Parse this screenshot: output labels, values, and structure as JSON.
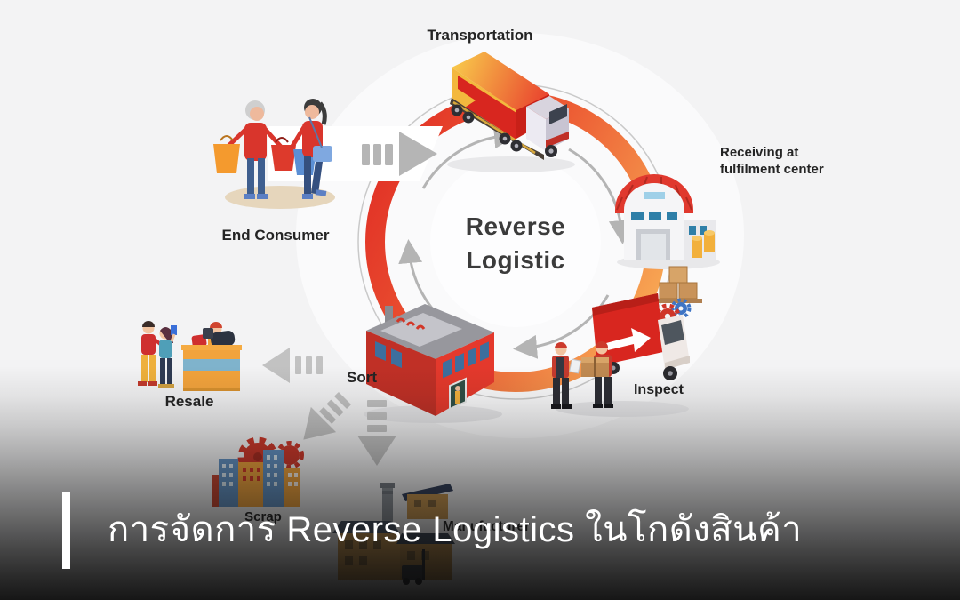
{
  "title_overlay": {
    "title": "การจัดการ Reverse Logistics ในโกดังสินค้า"
  },
  "cycle_center": {
    "line1": "Reverse",
    "line2": "Logistic"
  },
  "labels": {
    "transportation": "Transportation",
    "receiving_line1": "Receiving at",
    "receiving_line2": "fulfilment center",
    "inspect": "Inspect",
    "sort": "Sort",
    "end_consumer": "End Consumer",
    "resale": "Resale",
    "scrap": "Scrap",
    "manufacturer": "Manufacturer"
  },
  "flows": [
    {
      "from": "End Consumer",
      "to": "Reverse Logistic cycle"
    },
    {
      "from": "Transportation",
      "to": "Receiving at fulfilment center"
    },
    {
      "from": "Receiving at fulfilment center",
      "to": "Inspect"
    },
    {
      "from": "Inspect",
      "to": "Sort"
    },
    {
      "from": "Sort",
      "to": "Resale"
    },
    {
      "from": "Sort",
      "to": "Scrap"
    },
    {
      "from": "Sort",
      "to": "Manufacturer"
    }
  ],
  "colors": {
    "background": "#f3f3f4",
    "ring_red": "#e23327",
    "ring_orange": "#f8a854",
    "arrow_gray": "#bdbdbd",
    "label_text": "#242424",
    "center_text": "#3b3b3b",
    "title_text": "#ffffff"
  }
}
